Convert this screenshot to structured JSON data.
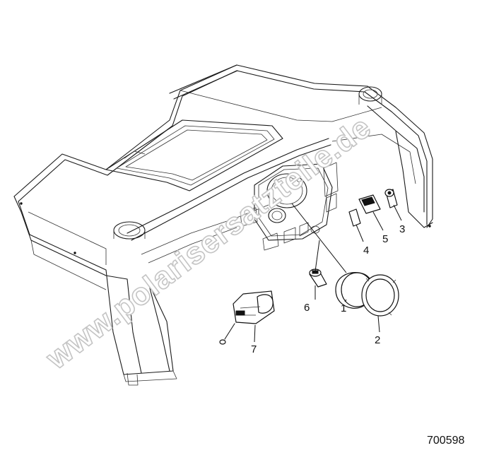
{
  "diagram": {
    "reference_number": "700598",
    "watermark": "www.polarisersatzteile.de",
    "callouts": [
      {
        "id": 1,
        "label": "1",
        "part": "speedometer-gauge"
      },
      {
        "id": 2,
        "label": "2",
        "part": "gauge-bezel-ring"
      },
      {
        "id": 3,
        "label": "3",
        "part": "power-outlet"
      },
      {
        "id": 4,
        "label": "4",
        "part": "switch-plug"
      },
      {
        "id": 5,
        "label": "5",
        "part": "rocker-switch"
      },
      {
        "id": 6,
        "label": "6",
        "part": "ignition-switch"
      },
      {
        "id": 7,
        "label": "7",
        "part": "headlight-switch-assembly"
      }
    ]
  }
}
